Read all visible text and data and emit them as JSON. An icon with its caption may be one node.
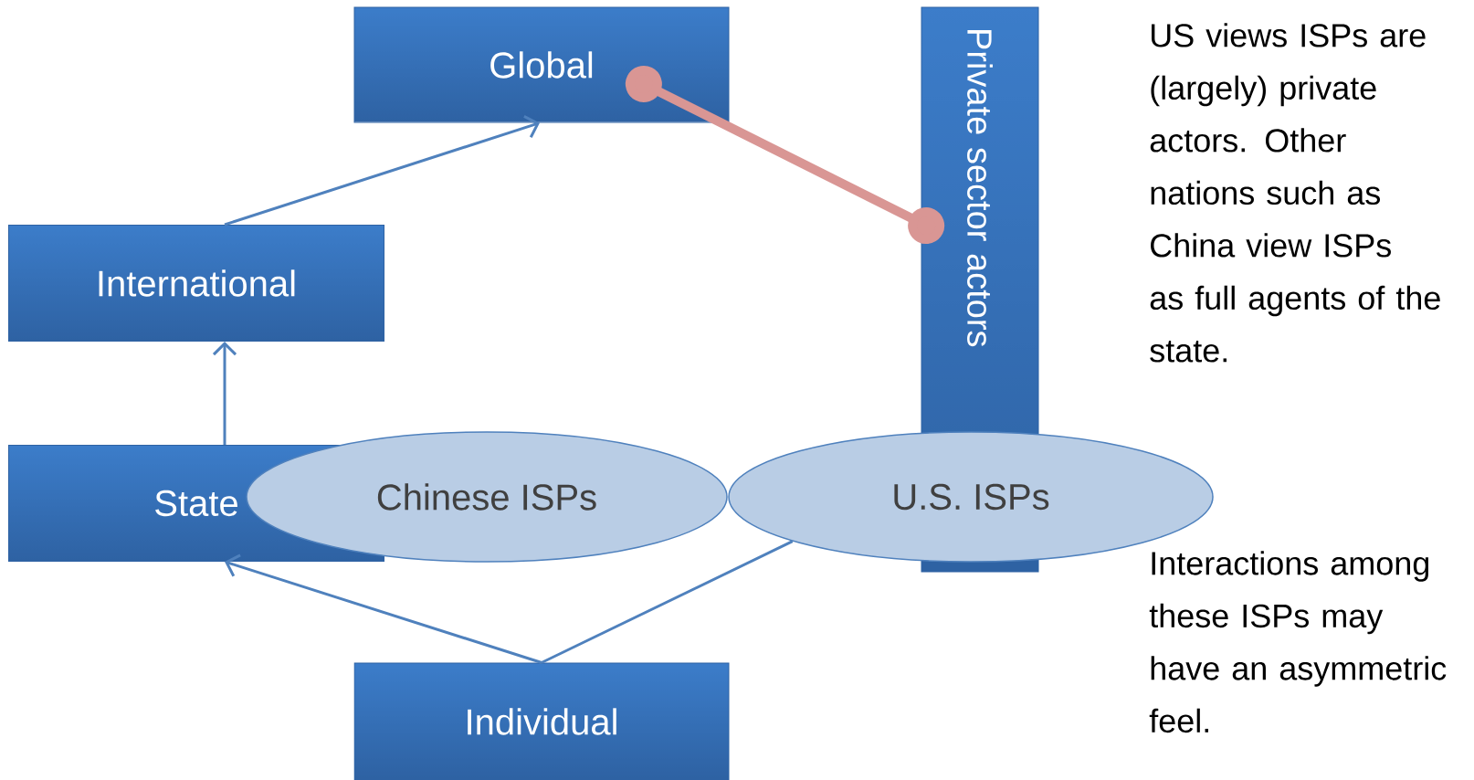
{
  "diagram": {
    "nodes": [
      {
        "text": [
          "Global"
        ]
      },
      {
        "text": [
          "Private sector actors"
        ]
      },
      {
        "text": [
          "International"
        ]
      },
      {
        "text": [
          "State"
        ]
      },
      {
        "text": [
          "Chinese ISPs"
        ]
      },
      {
        "text": [
          "U.S. ISPs"
        ]
      },
      {
        "text": [
          "Individual"
        ]
      }
    ],
    "edges": [
      {
        "from": 3,
        "to": 2,
        "arrow": "to"
      },
      {
        "from": 2,
        "to": 0,
        "arrow": "to"
      },
      {
        "from": 0,
        "to": 1,
        "arrow": "other",
        "style": "thick",
        "color": "#d99694"
      },
      {
        "from": 6,
        "to": 3,
        "arrow": "to"
      },
      {
        "from": 6,
        "to": 5,
        "arrow": "none"
      }
    ],
    "labels": [
      "US views ISPs are (largely) private actors. Other nations such as China view ISPs as full agents of the state.",
      "Interactions among these ISPs may have an asymmetric feel."
    ]
  }
}
